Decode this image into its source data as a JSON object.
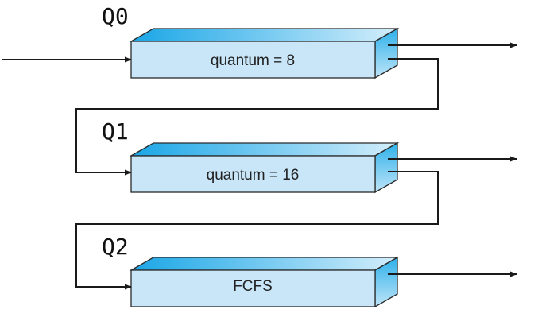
{
  "queues": [
    {
      "name": "Q0",
      "policy": "quantum = 8"
    },
    {
      "name": "Q1",
      "policy": "quantum = 16"
    },
    {
      "name": "Q2",
      "policy": "FCFS"
    }
  ],
  "colors": {
    "box_face": "#c8e6f8",
    "box_top_light": "#9fd8f5",
    "box_top_dark": "#1aa6e6",
    "line": "#1a1a1a"
  }
}
